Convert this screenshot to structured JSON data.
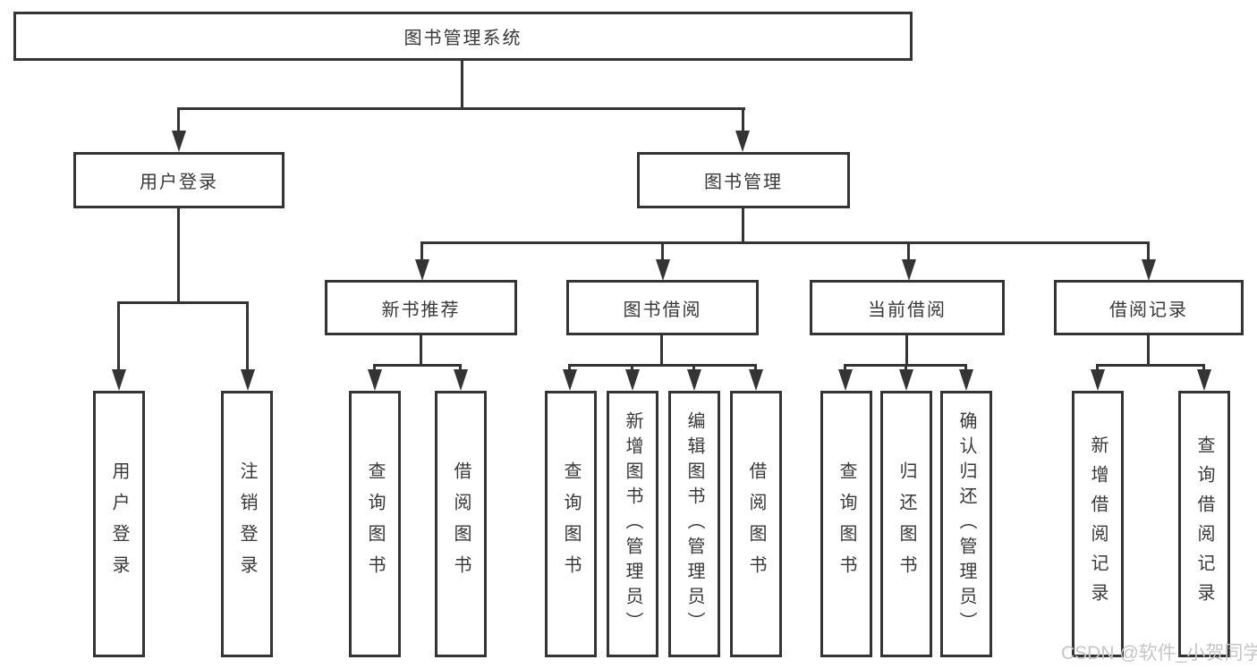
{
  "diagram": {
    "title": "图书管理系统",
    "type": "hierarchy-diagram",
    "colors": {
      "line": "#343434",
      "text": "#383838",
      "box_background": "#ffffff",
      "page_background": "#ffffff",
      "watermark": "#c6c6c6"
    },
    "nodes": {
      "root": {
        "label": "图书管理系统"
      },
      "level2": {
        "user_login": {
          "label": "用户登录"
        },
        "book_management": {
          "label": "图书管理"
        }
      },
      "level3": {
        "new_books": {
          "label": "新书推荐"
        },
        "book_borrow": {
          "label": "图书借阅"
        },
        "current_borrow": {
          "label": "当前借阅"
        },
        "borrow_records": {
          "label": "借阅记录"
        }
      },
      "level4": {
        "user_login": [
          "用户登录",
          "注销登录"
        ],
        "new_books": [
          "查询图书",
          "借阅图书"
        ],
        "book_borrow": [
          "查询图书",
          "新增图书（管理员）",
          "编辑图书（管理员）",
          "借阅图书"
        ],
        "current_borrow": [
          "查询图书",
          "归还图书",
          "确认归还（管理员）"
        ],
        "borrow_records": [
          "新增借阅记录",
          "查询借阅记录"
        ]
      }
    },
    "watermark": "CSDN @软件_小贺同学"
  }
}
